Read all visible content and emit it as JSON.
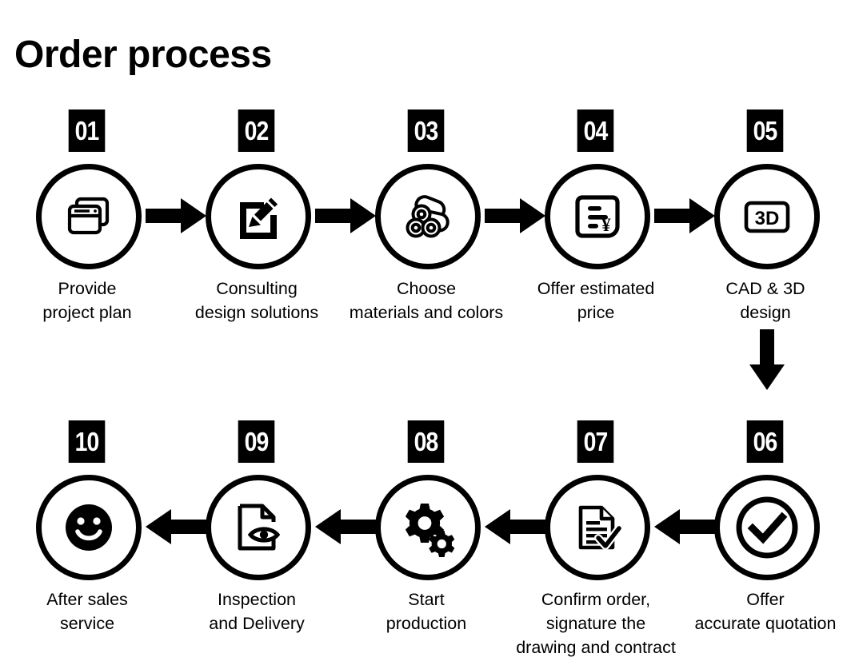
{
  "title": "Order process",
  "colors": {
    "foreground": "#000000",
    "background": "#ffffff",
    "badge_bg": "#000000",
    "badge_text": "#ffffff"
  },
  "steps": [
    {
      "number": "01",
      "label": "Provide\nproject plan",
      "icon": "stacked-windows-icon"
    },
    {
      "number": "02",
      "label": "Consulting\ndesign solutions",
      "icon": "pencil-edit-square-icon"
    },
    {
      "number": "03",
      "label": "Choose\nmaterials and colors",
      "icon": "stacked-pipes-icon"
    },
    {
      "number": "04",
      "label": "Offer estimated\nprice",
      "icon": "invoice-yen-icon"
    },
    {
      "number": "05",
      "label": "CAD & 3D\ndesign",
      "icon": "three-d-screen-icon"
    },
    {
      "number": "06",
      "label": "Offer\naccurate quotation",
      "icon": "check-circle-icon"
    },
    {
      "number": "07",
      "label": "Confirm order,\nsignature the\ndrawing and contract",
      "icon": "document-check-icon"
    },
    {
      "number": "08",
      "label": "Start\nproduction",
      "icon": "gears-icon"
    },
    {
      "number": "09",
      "label": "Inspection\nand Delivery",
      "icon": "document-eye-icon"
    },
    {
      "number": "10",
      "label": "After sales\nservice",
      "icon": "smiley-face-icon"
    }
  ],
  "arrows": [
    {
      "name": "arrow-01-to-02",
      "direction": "right"
    },
    {
      "name": "arrow-02-to-03",
      "direction": "right"
    },
    {
      "name": "arrow-03-to-04",
      "direction": "right"
    },
    {
      "name": "arrow-04-to-05",
      "direction": "right"
    },
    {
      "name": "arrow-05-to-06",
      "direction": "down"
    },
    {
      "name": "arrow-06-to-07",
      "direction": "left"
    },
    {
      "name": "arrow-07-to-08",
      "direction": "left"
    },
    {
      "name": "arrow-08-to-09",
      "direction": "left"
    },
    {
      "name": "arrow-09-to-10",
      "direction": "left"
    }
  ]
}
